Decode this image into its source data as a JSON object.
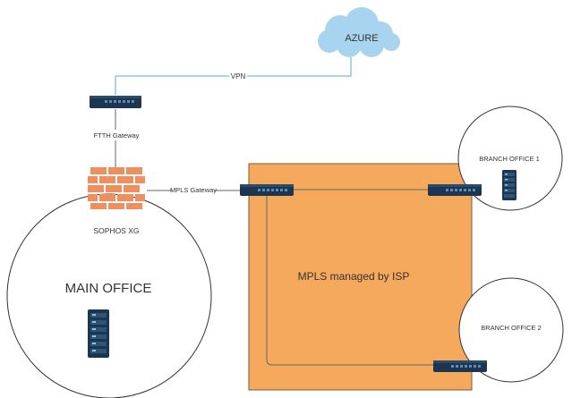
{
  "cloud": {
    "label": "AZURE"
  },
  "links": {
    "vpn": "VPN",
    "ftth": "FTTH Gateway",
    "mpls": "MPLS Gateway"
  },
  "firewall": {
    "label": "SOPHOS XG"
  },
  "main_office": {
    "label": "MAIN OFFICE"
  },
  "mpls_area": {
    "label": "MPLS managed by ISP"
  },
  "branch1": {
    "label": "BRANCH OFFICE 1"
  },
  "branch2": {
    "label": "BRANCH OFFICE 2"
  },
  "colors": {
    "mpls_fill": "#f5a95d",
    "mpls_label": "#ffffff",
    "vpn_line": "#5aa9d6",
    "cloud": "#a8d4ef",
    "brick": "#f08f5e",
    "device": "#1c3550",
    "device_ports": "#5f8bb0",
    "line": "#666666"
  }
}
